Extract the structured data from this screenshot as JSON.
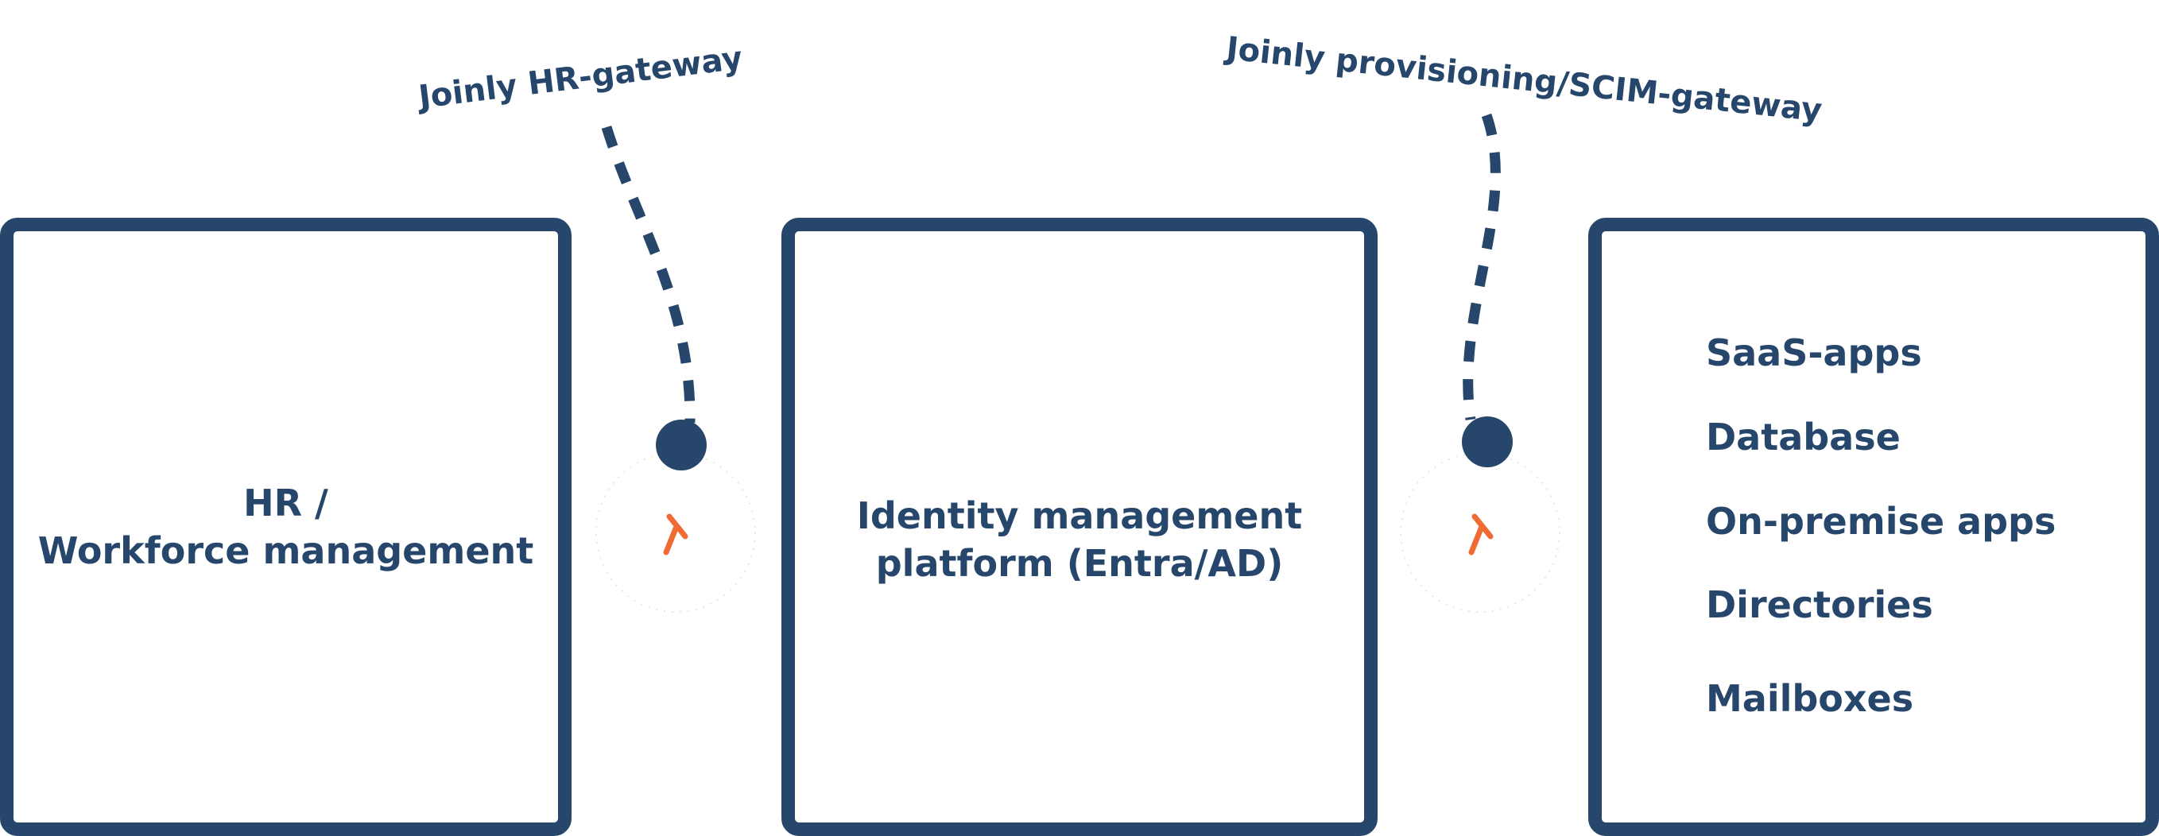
{
  "source_box": {
    "title_line1": "HR /",
    "title_line2": "Workforce management"
  },
  "idp_box": {
    "title_line1": "Identity management",
    "title_line2": "platform (Entra/AD)"
  },
  "targets_box": {
    "items": [
      "SaaS-apps",
      "Database",
      "On-premise apps",
      "Directories",
      "Mailboxes"
    ]
  },
  "gateways": {
    "hr_label": "Joinly HR-gateway",
    "scim_label": "Joinly provisioning/SCIM-gateway",
    "hr_icon": "joinly-arrow-icon",
    "scim_icon": "joinly-arrow-icon"
  },
  "colors": {
    "navy": "#26476b",
    "accent": "#ef6b33",
    "halo": "#e6e6e6"
  }
}
